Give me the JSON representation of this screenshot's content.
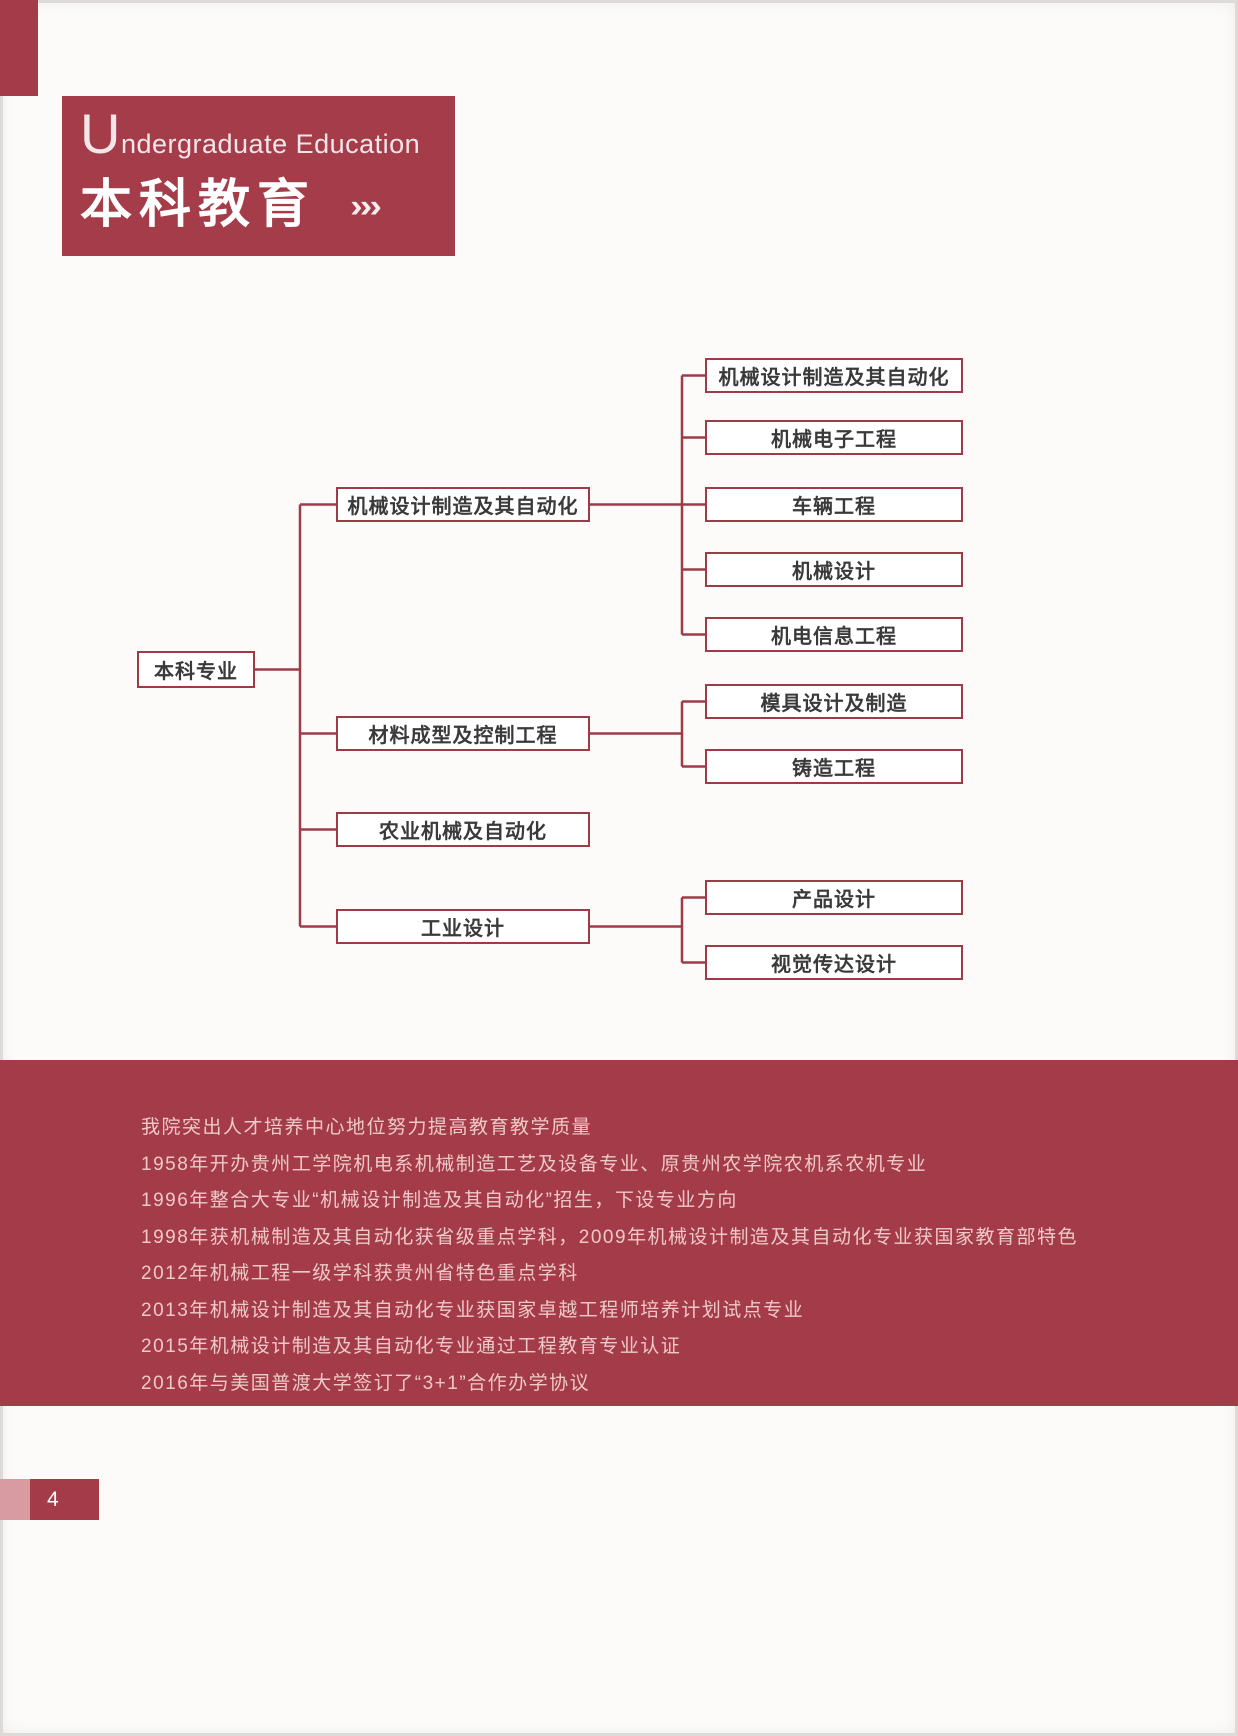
{
  "header": {
    "title_en_initial": "U",
    "title_en_rest": "ndergraduate Education",
    "title_zh": "本科教育",
    "arrows": "›››"
  },
  "tree": {
    "root": "本科专业",
    "branches": [
      {
        "label": "机械设计制造及其自动化",
        "children": [
          "机械设计制造及其自动化",
          "机械电子工程",
          "车辆工程",
          "机械设计",
          "机电信息工程"
        ]
      },
      {
        "label": "材料成型及控制工程",
        "children": [
          "模具设计及制造",
          "铸造工程"
        ]
      },
      {
        "label": "农业机械及自动化",
        "children": []
      },
      {
        "label": "工业设计",
        "children": [
          "产品设计",
          "视觉传达设计"
        ]
      }
    ]
  },
  "footer": {
    "lines": [
      "我院突出人才培养中心地位努力提高教育教学质量",
      "1958年开办贵州工学院机电系机械制造工艺及设备专业、原贵州农学院农机系农机专业",
      "1996年整合大专业“机械设计制造及其自动化”招生，下设专业方向",
      "1998年获机械制造及其自动化获省级重点学科，2009年机械设计制造及其自动化专业获国家教育部特色",
      "2012年机械工程一级学科获贵州省特色重点学科",
      "2013年机械设计制造及其自动化专业获国家卓越工程师培养计划试点专业",
      "2015年机械设计制造及其自动化专业通过工程教育专业认证",
      "2016年与美国普渡大学签订了“3+1”合作办学协议"
    ]
  },
  "page": {
    "number": "4"
  },
  "colors": {
    "accent": "#a43b48",
    "box_border": "#9e3b47",
    "band_text": "#eec9c8",
    "pager_light": "#d89ba1",
    "node_text": "#3a3a3a"
  }
}
